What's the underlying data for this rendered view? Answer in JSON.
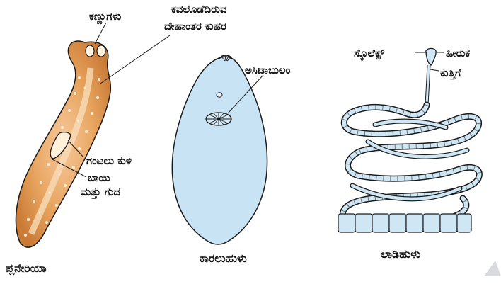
{
  "planaria": {
    "caption": "ಪ್ಲನೇರಿಯಾ",
    "labels": {
      "eyes": "ಕಣ್ಣುಗಳು",
      "cavity_line1": "ಕವಲೊಡೆದಿರುವ",
      "cavity_line2": "ದೇಹಾಂತರ ಕುಹರ",
      "pharynx": "ಗಂಟಲು ಕುಳಿ",
      "mouth_line1": "ಬಾಯಿ",
      "mouth_line2": "ಮತ್ತು ಗುದ"
    }
  },
  "fluke": {
    "caption": "ಕಾರಲುಹುಳು",
    "labels": {
      "acetabulum": "ಅಸಿಟಾಬುಲಂ"
    }
  },
  "tapeworm": {
    "caption": "ಲಾಡಿಹುಳು",
    "labels": {
      "scolex": "ಸ್ಕೊಲೆಕ್ಸ್",
      "rostellum": "ಹೀರುಕ",
      "neck": "ಕುತ್ತಿಗೆ"
    }
  },
  "colors": {
    "planaria_body": "#e8a560",
    "planaria_edge": "#c97a35",
    "fluke_body": "#c8e3f3",
    "tapeworm_body": "#cfe6f5",
    "outline": "#1a1a1a"
  },
  "icons": {
    "corner": "triangle-icon"
  }
}
